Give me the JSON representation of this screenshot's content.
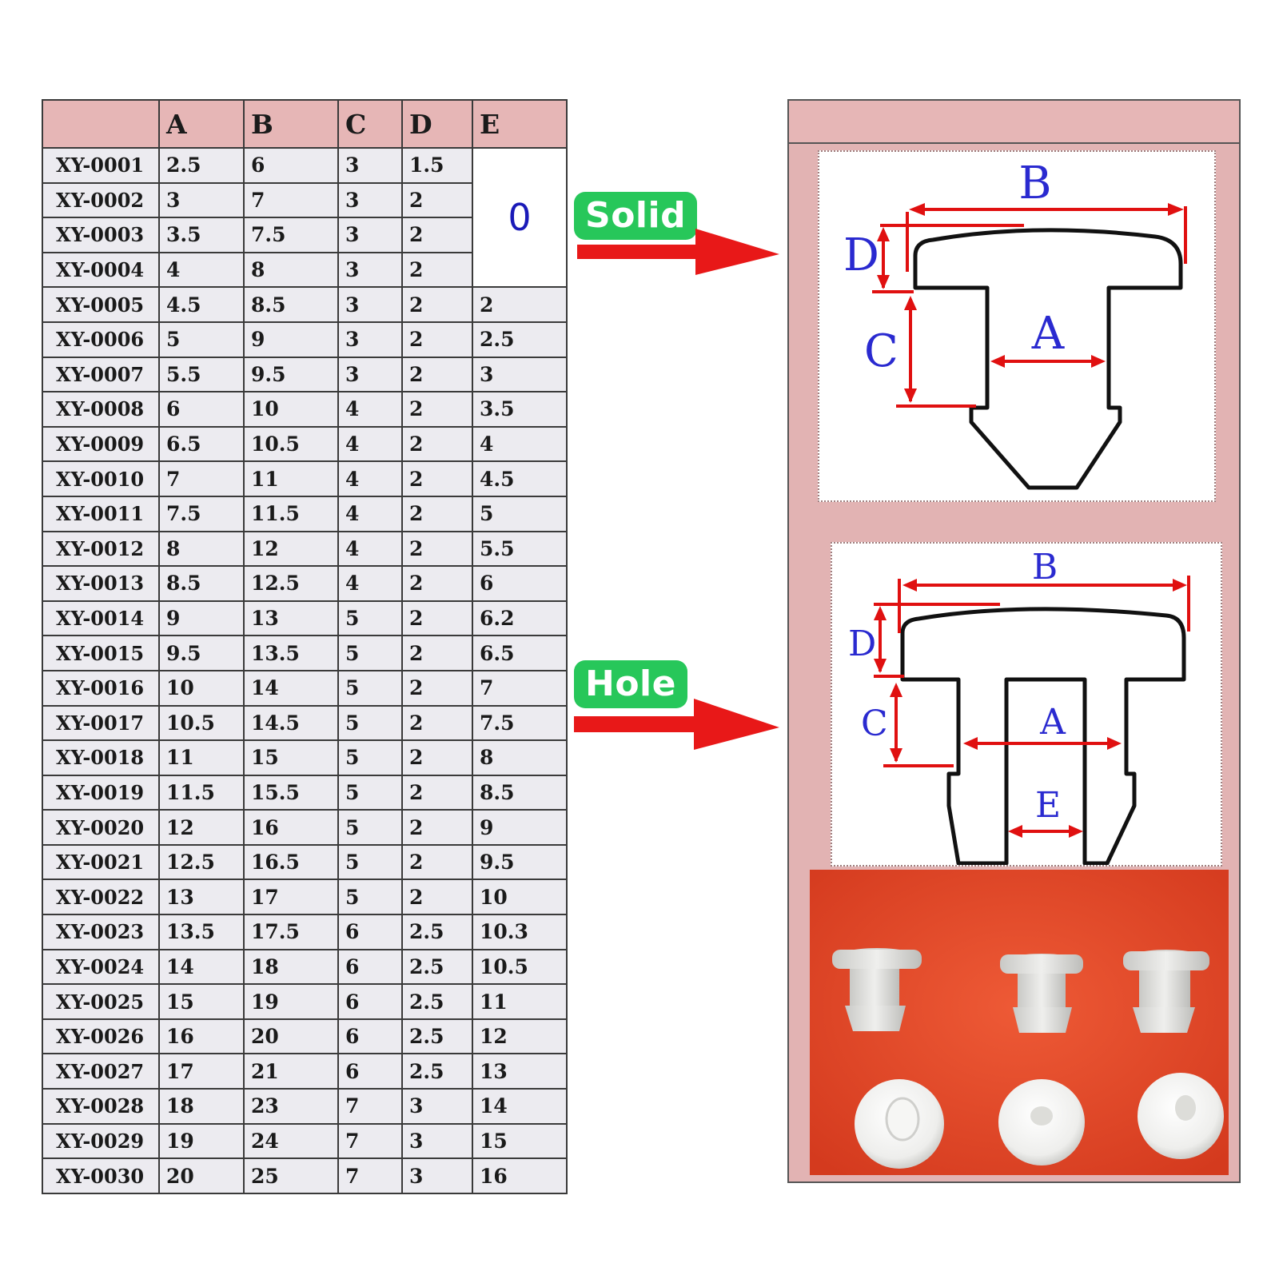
{
  "table": {
    "headers": [
      "",
      "A",
      "B",
      "C",
      "D",
      "E"
    ],
    "e_merged_value": "0",
    "rows": [
      {
        "code": "XY-0001",
        "A": "2.5",
        "B": "6",
        "C": "3",
        "D": "1.5",
        "E": ""
      },
      {
        "code": "XY-0002",
        "A": "3",
        "B": "7",
        "C": "3",
        "D": "2",
        "E": ""
      },
      {
        "code": "XY-0003",
        "A": "3.5",
        "B": "7.5",
        "C": "3",
        "D": "2",
        "E": ""
      },
      {
        "code": "XY-0004",
        "A": "4",
        "B": "8",
        "C": "3",
        "D": "2",
        "E": ""
      },
      {
        "code": "XY-0005",
        "A": "4.5",
        "B": "8.5",
        "C": "3",
        "D": "2",
        "E": "2"
      },
      {
        "code": "XY-0006",
        "A": "5",
        "B": "9",
        "C": "3",
        "D": "2",
        "E": "2.5"
      },
      {
        "code": "XY-0007",
        "A": "5.5",
        "B": "9.5",
        "C": "3",
        "D": "2",
        "E": "3"
      },
      {
        "code": "XY-0008",
        "A": "6",
        "B": "10",
        "C": "4",
        "D": "2",
        "E": "3.5"
      },
      {
        "code": "XY-0009",
        "A": "6.5",
        "B": "10.5",
        "C": "4",
        "D": "2",
        "E": "4"
      },
      {
        "code": "XY-0010",
        "A": "7",
        "B": "11",
        "C": "4",
        "D": "2",
        "E": "4.5"
      },
      {
        "code": "XY-0011",
        "A": "7.5",
        "B": "11.5",
        "C": "4",
        "D": "2",
        "E": "5"
      },
      {
        "code": "XY-0012",
        "A": "8",
        "B": "12",
        "C": "4",
        "D": "2",
        "E": "5.5"
      },
      {
        "code": "XY-0013",
        "A": "8.5",
        "B": "12.5",
        "C": "4",
        "D": "2",
        "E": "6"
      },
      {
        "code": "XY-0014",
        "A": "9",
        "B": "13",
        "C": "5",
        "D": "2",
        "E": "6.2"
      },
      {
        "code": "XY-0015",
        "A": "9.5",
        "B": "13.5",
        "C": "5",
        "D": "2",
        "E": "6.5"
      },
      {
        "code": "XY-0016",
        "A": "10",
        "B": "14",
        "C": "5",
        "D": "2",
        "E": "7"
      },
      {
        "code": "XY-0017",
        "A": "10.5",
        "B": "14.5",
        "C": "5",
        "D": "2",
        "E": "7.5"
      },
      {
        "code": "XY-0018",
        "A": "11",
        "B": "15",
        "C": "5",
        "D": "2",
        "E": "8"
      },
      {
        "code": "XY-0019",
        "A": "11.5",
        "B": "15.5",
        "C": "5",
        "D": "2",
        "E": "8.5"
      },
      {
        "code": "XY-0020",
        "A": "12",
        "B": "16",
        "C": "5",
        "D": "2",
        "E": "9"
      },
      {
        "code": "XY-0021",
        "A": "12.5",
        "B": "16.5",
        "C": "5",
        "D": "2",
        "E": "9.5"
      },
      {
        "code": "XY-0022",
        "A": "13",
        "B": "17",
        "C": "5",
        "D": "2",
        "E": "10"
      },
      {
        "code": "XY-0023",
        "A": "13.5",
        "B": "17.5",
        "C": "6",
        "D": "2.5",
        "E": "10.3"
      },
      {
        "code": "XY-0024",
        "A": "14",
        "B": "18",
        "C": "6",
        "D": "2.5",
        "E": "10.5"
      },
      {
        "code": "XY-0025",
        "A": "15",
        "B": "19",
        "C": "6",
        "D": "2.5",
        "E": "11"
      },
      {
        "code": "XY-0026",
        "A": "16",
        "B": "20",
        "C": "6",
        "D": "2.5",
        "E": "12"
      },
      {
        "code": "XY-0027",
        "A": "17",
        "B": "21",
        "C": "6",
        "D": "2.5",
        "E": "13"
      },
      {
        "code": "XY-0028",
        "A": "18",
        "B": "23",
        "C": "7",
        "D": "3",
        "E": "14"
      },
      {
        "code": "XY-0029",
        "A": "19",
        "B": "24",
        "C": "7",
        "D": "3",
        "E": "15"
      },
      {
        "code": "XY-0030",
        "A": "20",
        "B": "25",
        "C": "7",
        "D": "3",
        "E": "16"
      }
    ]
  },
  "labels": {
    "solid": "Solid",
    "hole": "Hole"
  },
  "solid_diagram": {
    "B": "B",
    "D": "D",
    "C": "C",
    "A": "A"
  },
  "hole_diagram": {
    "B": "B",
    "D": "D",
    "C": "C",
    "A": "A",
    "E": "E"
  },
  "colors": {
    "header_bg": "#e6b6b6",
    "cell_bg": "#ecebf0",
    "panel_bg": "#e2b3b3",
    "dimension_line": "#e01010",
    "dimension_text": "#2a2ad0",
    "label_green": "#27c75a",
    "photo_bg": "#e2492b",
    "plug_color": "#e8e8e6"
  }
}
